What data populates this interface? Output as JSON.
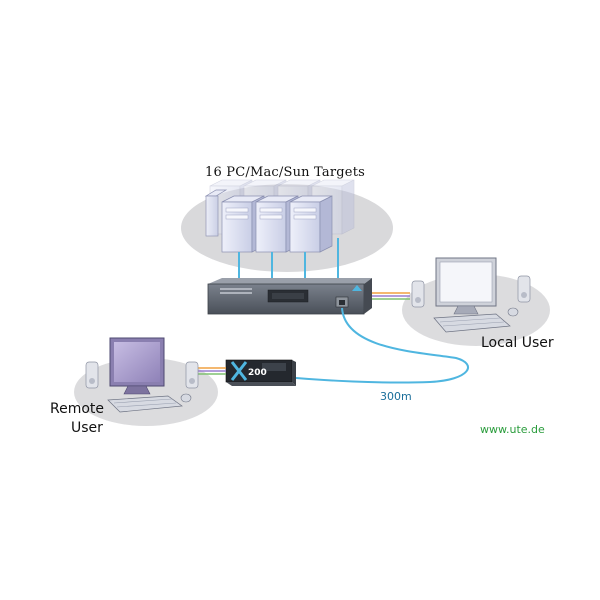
{
  "labels": {
    "targets": "16 PC/Mac/Sun Targets",
    "local_user": "Local User",
    "remote_user_line1": "Remote",
    "remote_user_line2": "User",
    "cable_length": "300m",
    "website": "www.ute.de",
    "extender_model": "200"
  },
  "colors": {
    "ellipse": "#d9d9db",
    "cable": "#4fb6e0",
    "switch_body": "#5f6672",
    "switch_dark": "#33383f",
    "server_fill": "#d8dcef",
    "server_edge": "#8a8fb0",
    "monitor_screen": "#a89ccb",
    "website_text": "#2a9c3c",
    "wire_orange": "#f0a040",
    "wire_purple": "#9a7fd0",
    "wire_green": "#7fc070"
  },
  "icons": [
    "server-tower-icon",
    "kvm-switch-icon",
    "monitor-icon",
    "keyboard-icon",
    "mouse-icon",
    "speaker-icon",
    "extender-icon"
  ]
}
